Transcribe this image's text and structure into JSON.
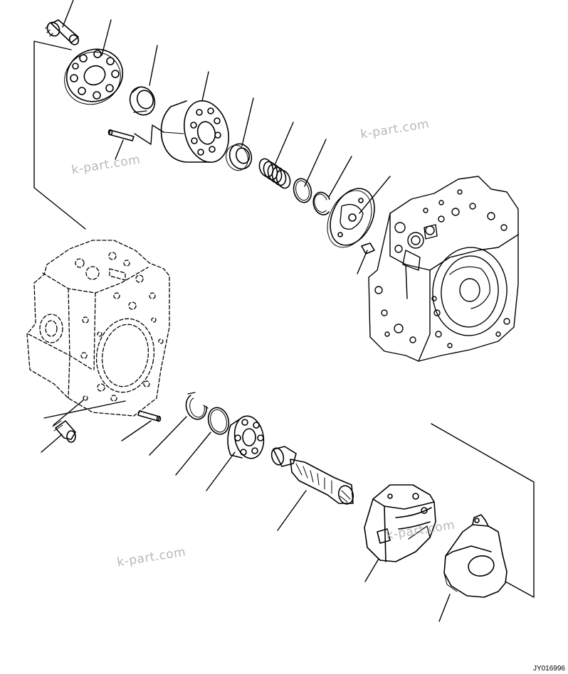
{
  "watermarks": [
    "k-part.com",
    "k-part.com",
    "k-part.com",
    "k-part.com"
  ],
  "figure_code": "JY016996",
  "colors": {
    "line": "#000000",
    "watermark": "#b8b8b8",
    "background": "#ffffff"
  }
}
